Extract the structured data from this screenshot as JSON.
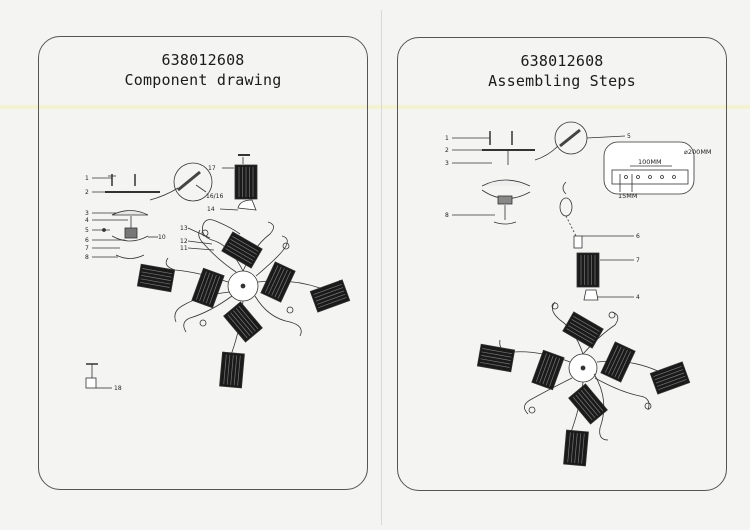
{
  "left_page": {
    "model": "638012608",
    "heading": "Component drawing",
    "callouts": [
      "1",
      "2",
      "3",
      "4",
      "5",
      "6",
      "7",
      "8",
      "17",
      "16/16",
      "14",
      "13",
      "12",
      "11",
      "10",
      "18"
    ]
  },
  "right_page": {
    "model": "638012608",
    "heading": "Assembling Steps",
    "callouts": [
      "1",
      "2",
      "3",
      "5",
      "8",
      "6",
      "7",
      "4"
    ],
    "dimensions": {
      "diameter": "⌀200MM",
      "spacing": "100MM",
      "edge": "15MM"
    }
  }
}
